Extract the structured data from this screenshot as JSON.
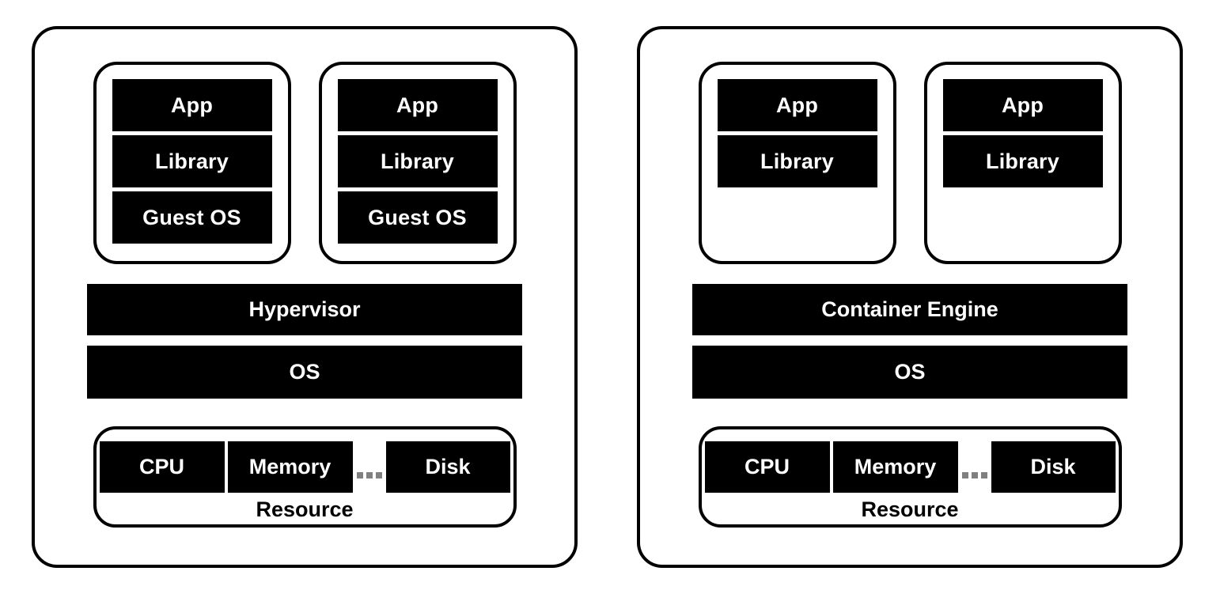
{
  "panels": [
    {
      "id": "virtual-machine-architecture",
      "units": [
        {
          "layers": [
            "App",
            "Library",
            "Guest OS"
          ]
        },
        {
          "layers": [
            "App",
            "Library",
            "Guest OS"
          ]
        }
      ],
      "bars": [
        "Hypervisor",
        "OS"
      ],
      "resource": {
        "items": [
          "CPU",
          "Memory",
          "Disk"
        ],
        "ellipsis": "...",
        "label": "Resource"
      }
    },
    {
      "id": "container-architecture",
      "units": [
        {
          "layers": [
            "App",
            "Library"
          ]
        },
        {
          "layers": [
            "App",
            "Library"
          ]
        }
      ],
      "bars": [
        "Container Engine",
        "OS"
      ],
      "resource": {
        "items": [
          "CPU",
          "Memory",
          "Disk"
        ],
        "ellipsis": "...",
        "label": "Resource"
      }
    }
  ],
  "colors": {
    "background": "#ffffff",
    "box_fill": "#000000",
    "box_text": "#ffffff",
    "border": "#000000",
    "ellipsis_dots": "#808080"
  }
}
